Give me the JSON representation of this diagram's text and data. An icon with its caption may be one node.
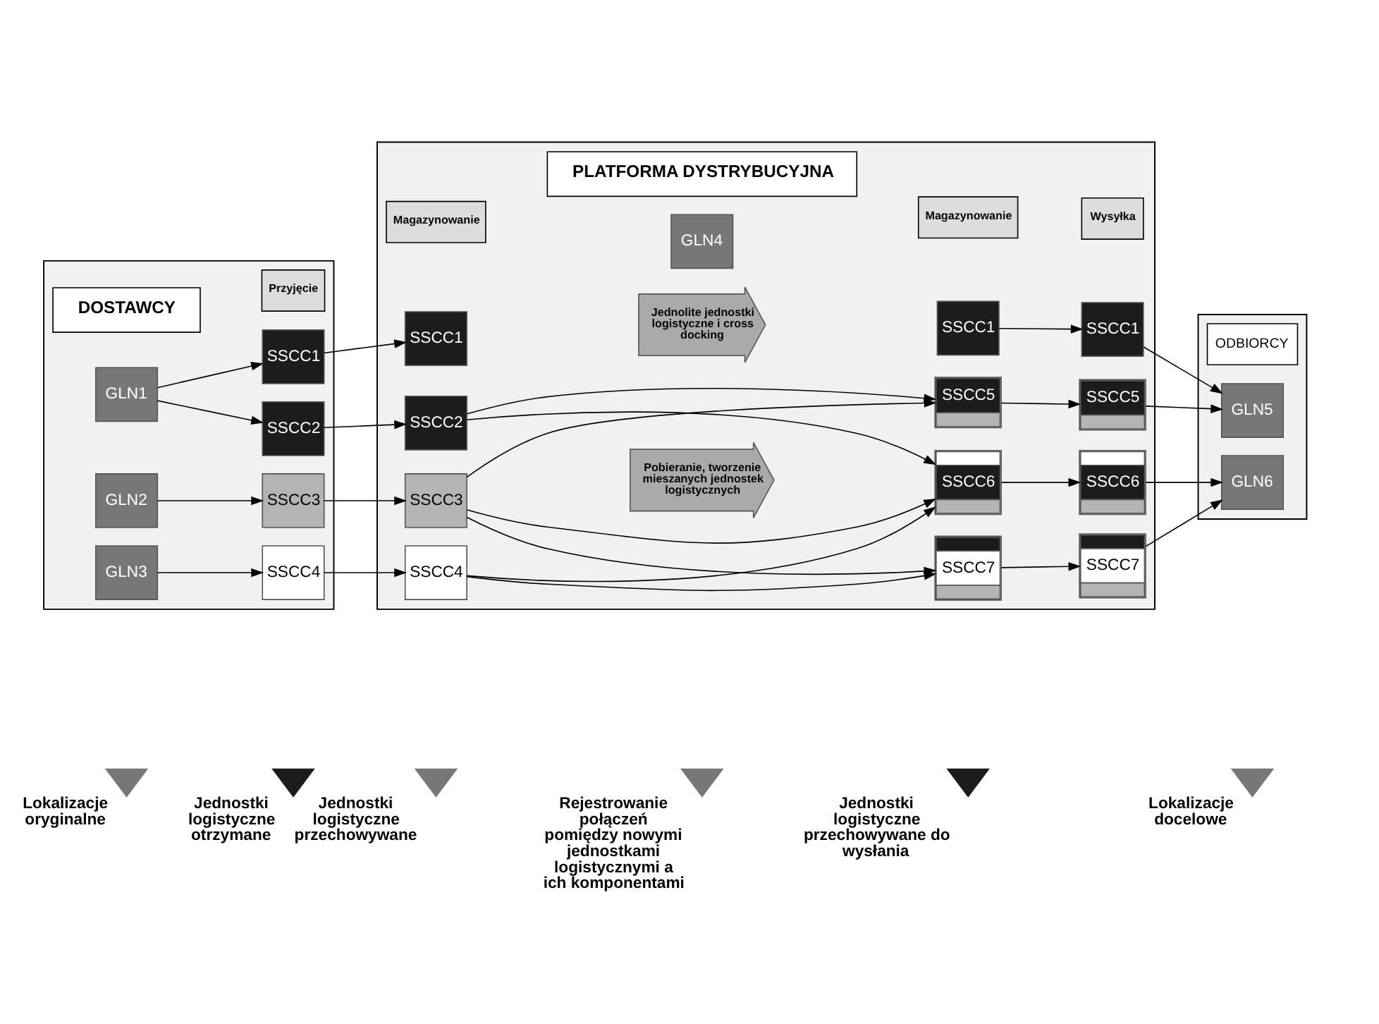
{
  "diagram": {
    "nodes": [
      {
        "text": [],
        "shape": "box"
      },
      {
        "text": [
          "DOSTAWCY"
        ],
        "in": 0
      },
      {
        "text": [
          "Przyjęcie"
        ],
        "in": 0
      },
      {
        "text": [
          "GLN1"
        ],
        "in": 0
      },
      {
        "text": [
          "SSCC1"
        ],
        "in": 0
      },
      {
        "text": [
          "SSCC2"
        ],
        "in": 0
      },
      {
        "text": [
          "GLN2"
        ],
        "in": 0
      },
      {
        "text": [
          "SSCC3"
        ],
        "in": 0
      },
      {
        "text": [
          "GLN3"
        ],
        "in": 0
      },
      {
        "text": [
          "SSCC4"
        ],
        "in": 0
      },
      {
        "text": [],
        "shape": "box"
      },
      {
        "text": [
          "PLATFORMA DYSTRYBUCYJNA"
        ],
        "in": 10
      },
      {
        "text": [
          "Magazynowanie"
        ],
        "in": 10
      },
      {
        "text": [
          "GLN4"
        ],
        "in": 10
      },
      {
        "text": [
          "Magazynowanie"
        ],
        "in": 10
      },
      {
        "text": [
          "Wysyłka"
        ],
        "in": 10
      },
      {
        "text": [
          "SSCC1"
        ],
        "in": 10
      },
      {
        "text": [
          "Jednolite jednostki logistyczne i cross docking"
        ],
        "in": 10
      },
      {
        "text": [
          "SSCC1"
        ],
        "in": 10
      },
      {
        "text": [
          "SSCC1"
        ],
        "in": 10
      },
      {
        "text": [
          "SSCC2"
        ],
        "in": 10
      },
      {
        "text": [
          "SSCC5"
        ],
        "in": 10
      },
      {
        "text": [
          "SSCC5"
        ],
        "in": 10
      },
      {
        "text": [
          "Pobieranie, tworzenie mieszanych jednostek logistycznych"
        ],
        "in": 10
      },
      {
        "text": [
          "SSCC3"
        ],
        "in": 10
      },
      {
        "text": [
          "SSCC6"
        ],
        "in": 10
      },
      {
        "text": [
          "SSCC6"
        ],
        "in": 10
      },
      {
        "text": [
          "SSCC4"
        ],
        "in": 10
      },
      {
        "text": [
          "SSCC7"
        ],
        "in": 10
      },
      {
        "text": [
          "SSCC7"
        ],
        "in": 10
      },
      {
        "text": [],
        "shape": "box"
      },
      {
        "text": [
          "ODBIORCY"
        ],
        "in": 30
      },
      {
        "text": [
          "GLN5"
        ],
        "in": 30
      },
      {
        "text": [
          "GLN6"
        ],
        "in": 30
      },
      {
        "text": [
          "Lokalizacje oryginalne"
        ]
      },
      {
        "text": [
          "Jednostki logistyczne otrzymane"
        ]
      },
      {
        "text": [
          "Jednostki logistyczne przechowywane"
        ]
      },
      {
        "text": [
          "Rejestrowanie połączeń pomiędzy nowymi jednostkami logistycznymi a ich komponentami"
        ]
      },
      {
        "text": [
          "Jednostki logistyczne przechowywane do wysłania"
        ]
      },
      {
        "text": [
          "Lokalizacje docelowe"
        ]
      }
    ],
    "edges": [
      {
        "from": 3,
        "to": 4,
        "arrow": "to"
      },
      {
        "from": 3,
        "to": 5,
        "arrow": "to"
      },
      {
        "from": 6,
        "to": 7,
        "arrow": "to"
      },
      {
        "from": 8,
        "to": 9,
        "arrow": "to"
      },
      {
        "from": 4,
        "to": 16,
        "arrow": "to"
      },
      {
        "from": 5,
        "to": 20,
        "arrow": "to"
      },
      {
        "from": 7,
        "to": 24,
        "arrow": "to"
      },
      {
        "from": 9,
        "to": 27,
        "arrow": "to"
      },
      {
        "from": 20,
        "to": 21,
        "arrow": "to"
      },
      {
        "from": 20,
        "to": 25,
        "arrow": "to"
      },
      {
        "from": 24,
        "to": 21,
        "arrow": "to"
      },
      {
        "from": 24,
        "to": 25,
        "arrow": "to"
      },
      {
        "from": 24,
        "to": 28,
        "arrow": "to"
      },
      {
        "from": 27,
        "to": 25,
        "arrow": "to"
      },
      {
        "from": 27,
        "to": 28,
        "arrow": "to"
      },
      {
        "from": 18,
        "to": 19,
        "arrow": "to"
      },
      {
        "from": 21,
        "to": 22,
        "arrow": "to"
      },
      {
        "from": 25,
        "to": 26,
        "arrow": "to"
      },
      {
        "from": 28,
        "to": 29,
        "arrow": "to"
      },
      {
        "from": 19,
        "to": 32,
        "arrow": "to"
      },
      {
        "from": 22,
        "to": 32,
        "arrow": "to"
      },
      {
        "from": 26,
        "to": 33,
        "arrow": "to"
      },
      {
        "from": 29,
        "to": 33,
        "arrow": "to"
      }
    ]
  }
}
